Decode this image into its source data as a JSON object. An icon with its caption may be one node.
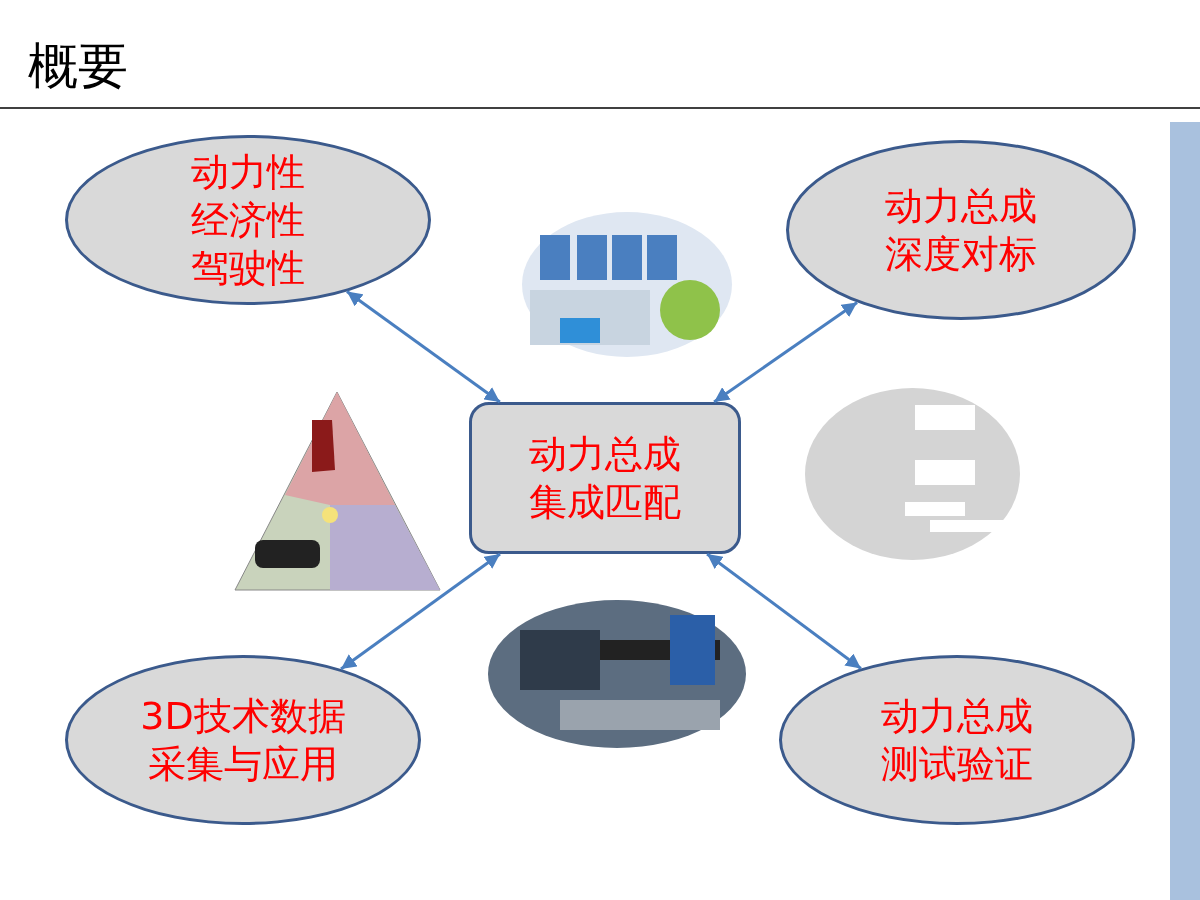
{
  "diagram": {
    "title": "概要",
    "nodes": [
      {
        "text": [
          "动力性经济性驾驶性"
        ]
      },
      {
        "text": [
          "动力总成深度对标"
        ]
      },
      {
        "text": [
          "动力总成集成匹配"
        ]
      },
      {
        "text": [
          "3D技术数据采集与应用"
        ]
      },
      {
        "text": [
          "动力总成测试验证"
        ]
      }
    ],
    "edges": [
      {
        "from": 2,
        "to": 0,
        "arrow": "both"
      },
      {
        "from": 2,
        "to": 1,
        "arrow": "both"
      },
      {
        "from": 2,
        "to": 3,
        "arrow": "both"
      },
      {
        "from": 2,
        "to": 4,
        "arrow": "both"
      }
    ]
  }
}
